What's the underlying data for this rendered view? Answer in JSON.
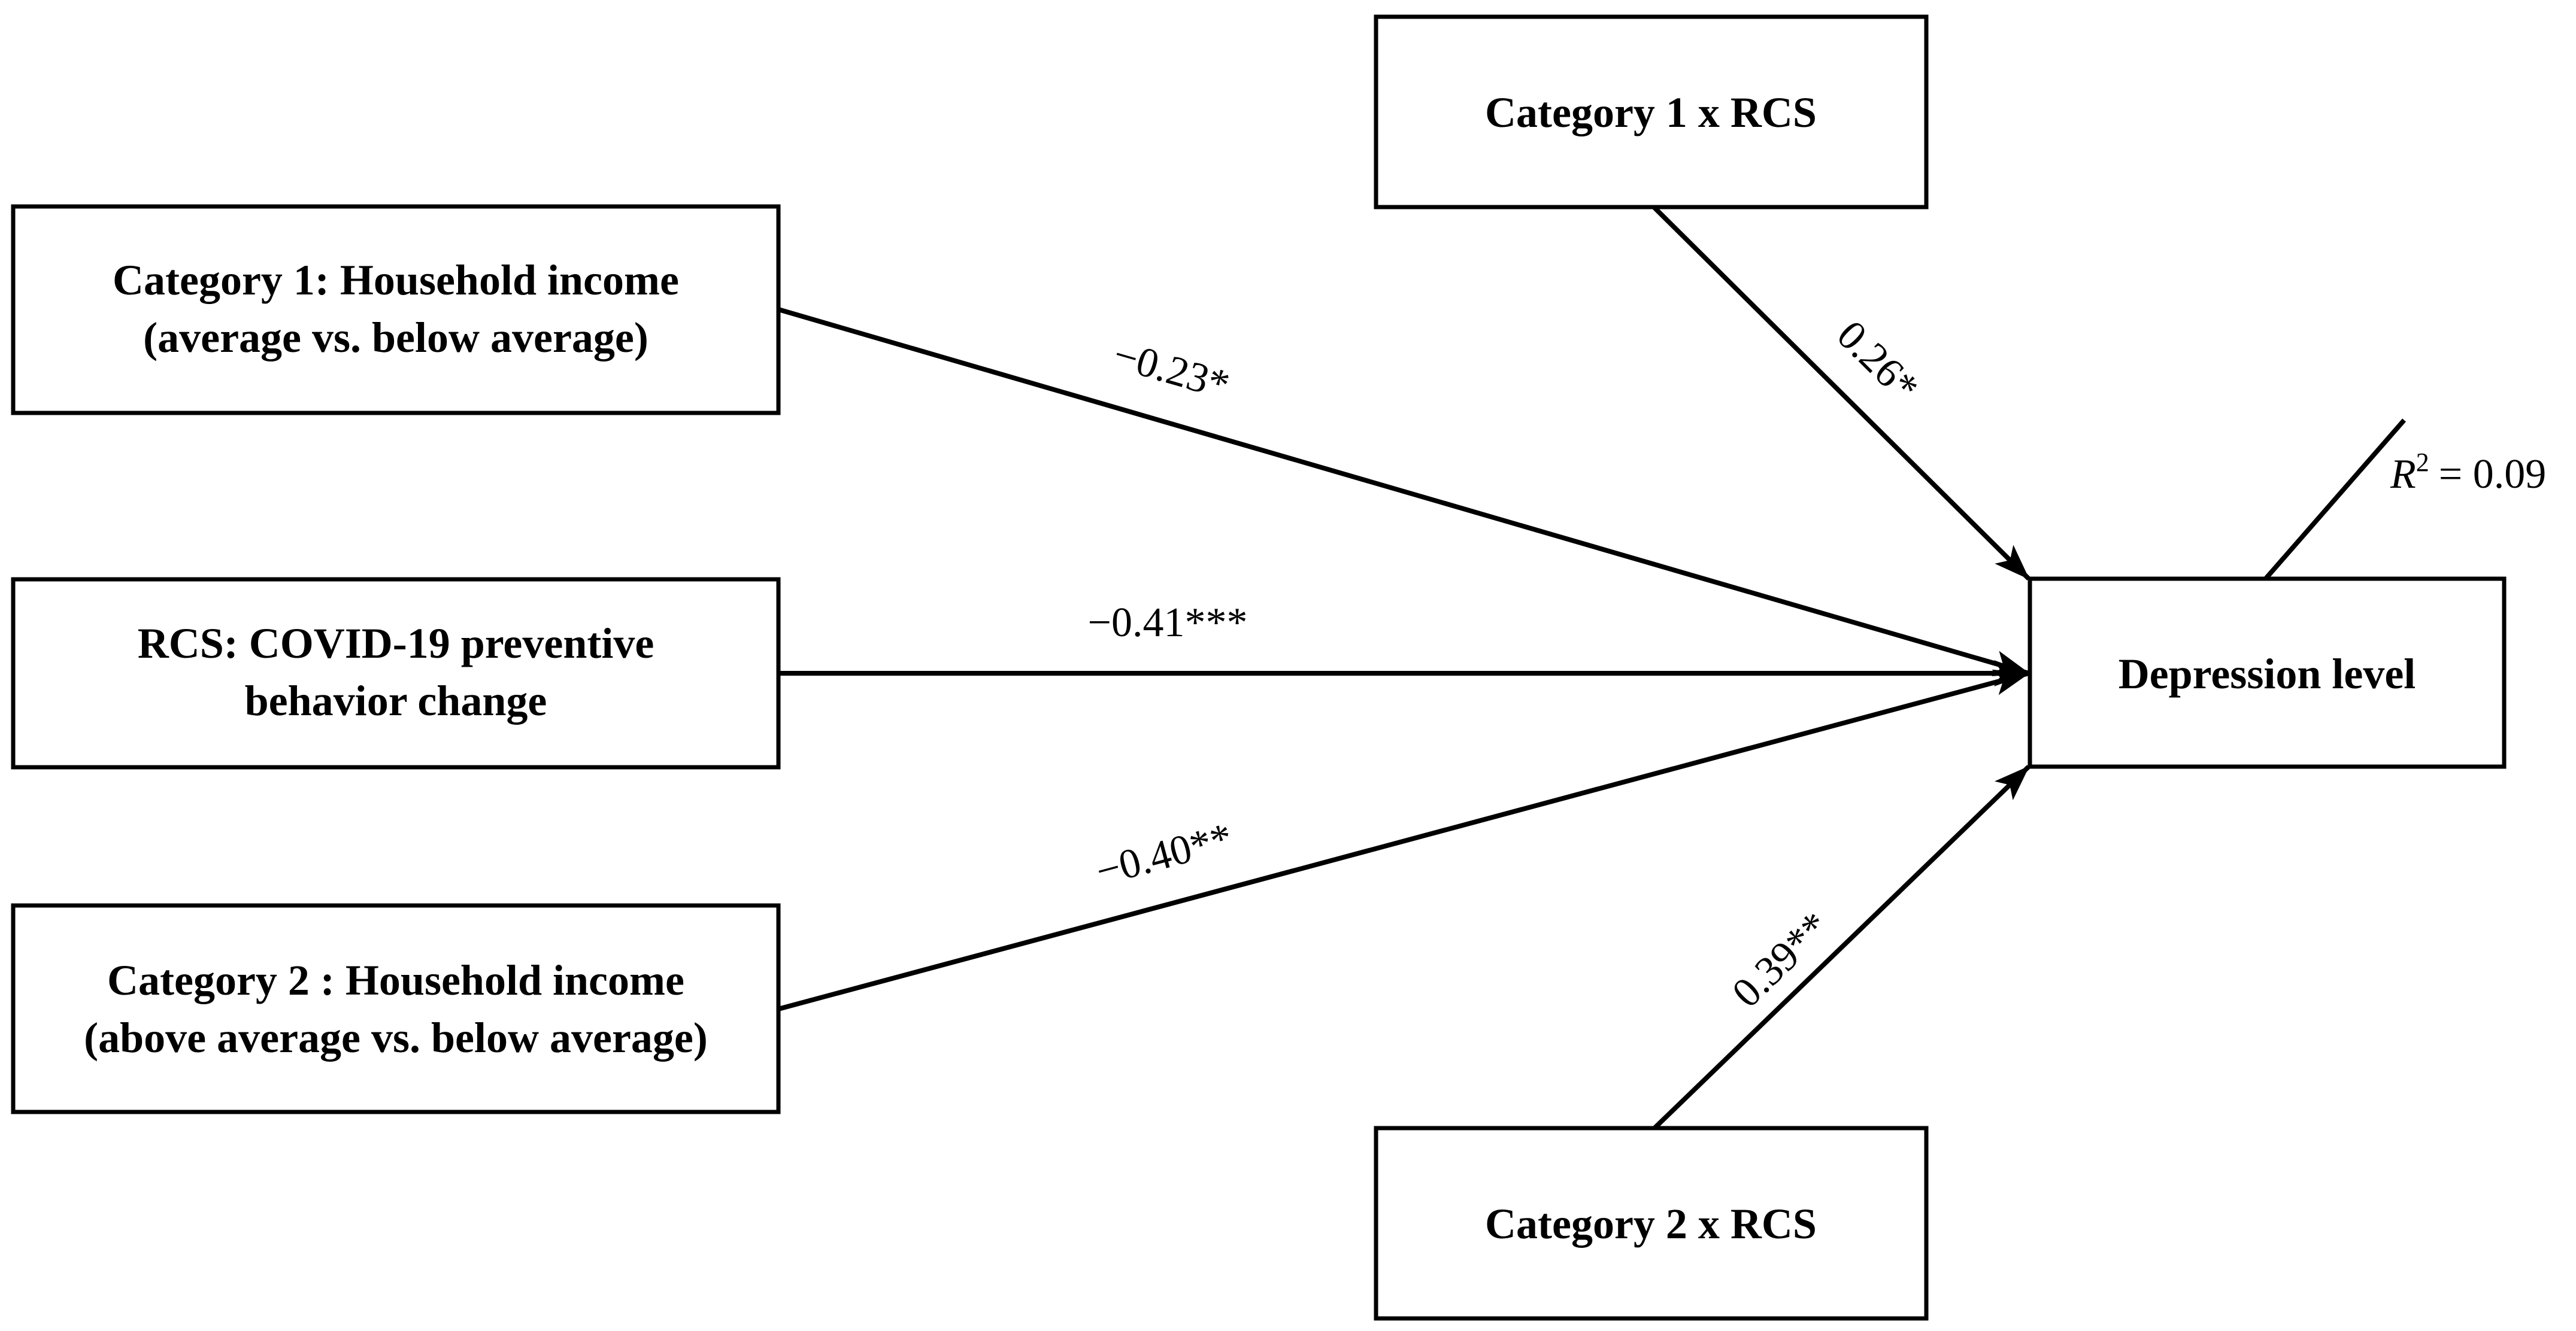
{
  "diagram": {
    "nodes": {
      "cat1": {
        "lines": [
          "Category 1: Household income",
          "(average vs. below average)"
        ]
      },
      "rcs": {
        "lines": [
          "RCS: COVID-19 preventive",
          "behavior change"
        ]
      },
      "cat2": {
        "lines": [
          "Category 2 : Household income",
          "(above average vs. below average)"
        ]
      },
      "cat1xrcs": {
        "lines": [
          "Category 1 x RCS"
        ]
      },
      "cat2xrcs": {
        "lines": [
          "Category 2 x RCS"
        ]
      },
      "depression": {
        "lines": [
          "Depression level"
        ]
      }
    },
    "paths": {
      "cat1_to_dep": "−0.23*",
      "rcs_to_dep": "−0.41***",
      "cat2_to_dep": "−0.40**",
      "cat1xrcs_to_dep": "0.26*",
      "cat2xrcs_to_dep": "0.39**"
    },
    "r_squared": {
      "symbol": "R",
      "superscript": "2",
      "value": "= 0.09"
    }
  }
}
